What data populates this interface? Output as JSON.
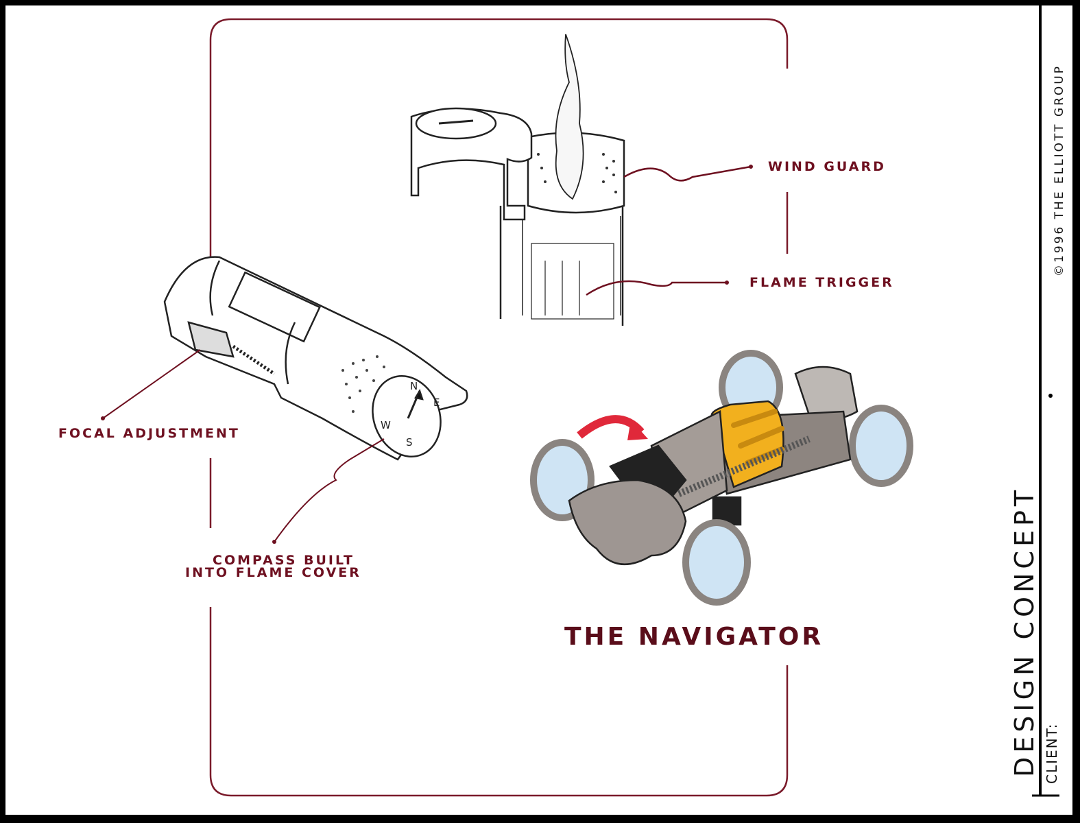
{
  "labels": {
    "wind_guard": "WIND GUARD",
    "flame_trigger": "FLAME TRIGGER",
    "focal_adjustment": "FOCAL ADJUSTMENT",
    "compass_line1": "COMPASS BUILT",
    "compass_line2": "INTO FLAME COVER",
    "product_name": "THE NAVIGATOR"
  },
  "title_block": {
    "copyright": "©1996 THE ELLIOTT GROUP",
    "sheet_type": "DESIGN CONCEPT",
    "client_label": "CLIENT:"
  },
  "compass_marks": {
    "n": "N",
    "e": "E",
    "s": "S",
    "w": "W"
  },
  "colors": {
    "frame": "#7a1a2a",
    "accent_yellow": "#f2b01e",
    "arrow_red": "#e0283a",
    "lens_blue": "#cfe4f4"
  }
}
